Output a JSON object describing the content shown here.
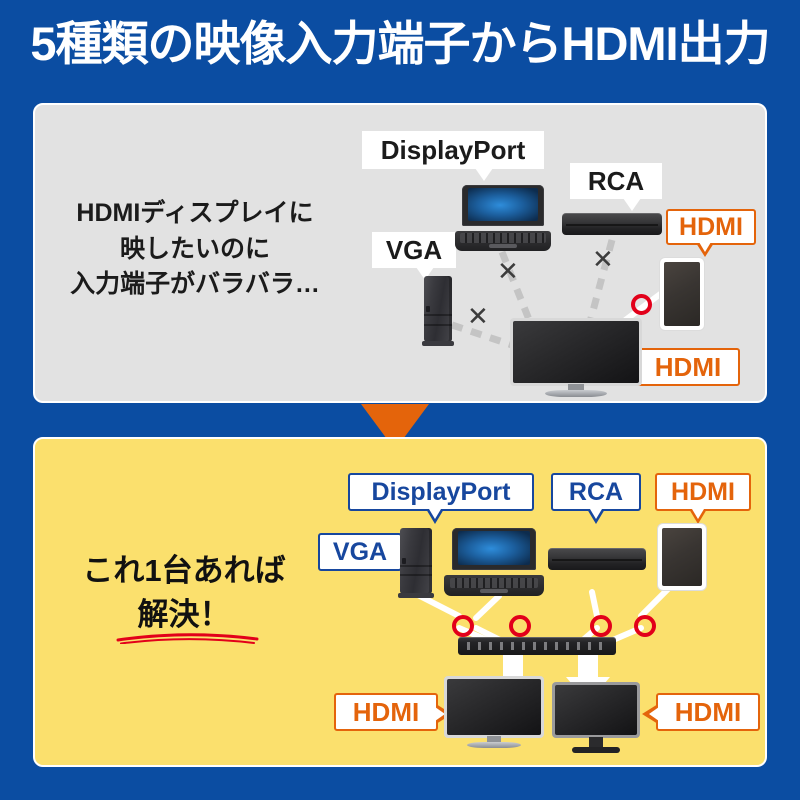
{
  "colors": {
    "background_blue": "#0B4DA2",
    "panel_top_gray": "#E2E2E2",
    "panel_bottom_yellow": "#FBE06D",
    "accent_orange": "#E4640B",
    "accent_blue": "#17479E",
    "connector_red": "#E2001A",
    "title_text": "#FFFFFF"
  },
  "header": {
    "title": "5種類の映像入力端子からHDMI出力"
  },
  "divider": {
    "arrow_icon": "triangle-down-icon"
  },
  "problem_panel": {
    "copy_line1": "HDMIディスプレイに",
    "copy_line2": "映したいのに",
    "copy_line3": "入力端子がバラバラ…",
    "labels": [
      {
        "text": "DisplayPort",
        "style": "plain",
        "device": "laptop"
      },
      {
        "text": "RCA",
        "style": "plain",
        "device": "blu-ray-player"
      },
      {
        "text": "VGA",
        "style": "plain",
        "device": "desktop-pc"
      },
      {
        "text": "HDMI",
        "style": "orange",
        "device": "tablet"
      },
      {
        "text": "HDMI",
        "style": "orange",
        "device": "tv-display"
      }
    ],
    "devices": [
      {
        "name": "laptop",
        "source": "DisplayPort"
      },
      {
        "name": "blu-ray-player",
        "source": "RCA"
      },
      {
        "name": "desktop-pc",
        "source": "VGA"
      },
      {
        "name": "tablet",
        "source": "HDMI"
      },
      {
        "name": "tv-display",
        "output": "HDMI"
      }
    ],
    "connections": [
      {
        "from": "laptop",
        "to": "tv-display",
        "status": "blocked",
        "marker": "x-mark"
      },
      {
        "from": "blu-ray-player",
        "to": "tv-display",
        "status": "blocked",
        "marker": "x-mark"
      },
      {
        "from": "desktop-pc",
        "to": "tv-display",
        "status": "blocked",
        "marker": "x-mark"
      },
      {
        "from": "tablet",
        "to": "tv-display",
        "status": "ok",
        "marker": "o-mark"
      }
    ],
    "x_mark_glyph": "✕",
    "x_mark_count": 3,
    "o_mark_count": 1
  },
  "solution_panel": {
    "copy_line1": "これ1台あれば",
    "copy_line2": "解決！",
    "underline": "red-swoosh-underline",
    "labels": [
      {
        "text": "DisplayPort",
        "style": "blue",
        "device": "laptop"
      },
      {
        "text": "RCA",
        "style": "blue",
        "device": "blu-ray-player"
      },
      {
        "text": "HDMI",
        "style": "orange",
        "device": "tablet"
      },
      {
        "text": "VGA",
        "style": "blue",
        "device": "desktop-pc"
      },
      {
        "text": "HDMI",
        "style": "orange",
        "device": "tv-display-left"
      },
      {
        "text": "HDMI",
        "style": "orange",
        "device": "monitor-right"
      }
    ],
    "switcher": {
      "name": "hdmi-switcher",
      "input_count": 4,
      "output_count": 2
    },
    "devices": [
      {
        "name": "desktop-pc",
        "source": "VGA"
      },
      {
        "name": "laptop",
        "source": "DisplayPort"
      },
      {
        "name": "blu-ray-player",
        "source": "RCA"
      },
      {
        "name": "tablet",
        "source": "HDMI"
      },
      {
        "name": "tv-display-left",
        "output": "HDMI"
      },
      {
        "name": "monitor-right",
        "output": "HDMI"
      }
    ],
    "connections": [
      {
        "from": "desktop-pc",
        "to": "hdmi-switcher",
        "status": "ok",
        "marker": "o-mark"
      },
      {
        "from": "laptop",
        "to": "hdmi-switcher",
        "status": "ok",
        "marker": "o-mark"
      },
      {
        "from": "blu-ray-player",
        "to": "hdmi-switcher",
        "status": "ok",
        "marker": "o-mark"
      },
      {
        "from": "tablet",
        "to": "hdmi-switcher",
        "status": "ok",
        "marker": "o-mark"
      },
      {
        "from": "hdmi-switcher",
        "to": "tv-display-left",
        "status": "out",
        "marker": "arrow-down"
      },
      {
        "from": "hdmi-switcher",
        "to": "monitor-right",
        "status": "out",
        "marker": "arrow-down"
      }
    ],
    "o_mark_count": 4,
    "arrow_count": 2
  }
}
